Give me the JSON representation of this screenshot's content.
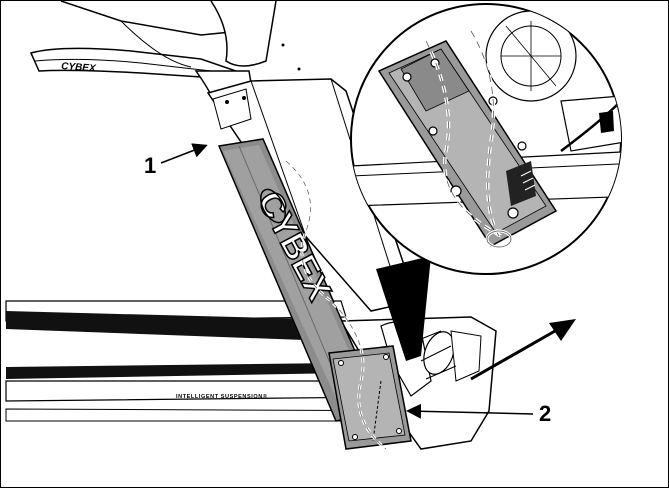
{
  "callouts": {
    "one": "1",
    "two": "2"
  },
  "markings": {
    "console_logo": "CYBEX",
    "cover_logo": "CYBEX",
    "deck_text": "INTELLIGENT SUSPENSION®"
  },
  "colors": {
    "line": "#000000",
    "cover_fill": "#8c8c8c",
    "cover_fill_light": "#b4b4b4",
    "inset_fill": "#9a9a9a",
    "cable_dash": "#ffffff",
    "background": "#ffffff"
  },
  "icons": {
    "callout_arrow_1": "arrow",
    "callout_arrow_2": "arrow",
    "motion_arrow": "double-arrow"
  }
}
